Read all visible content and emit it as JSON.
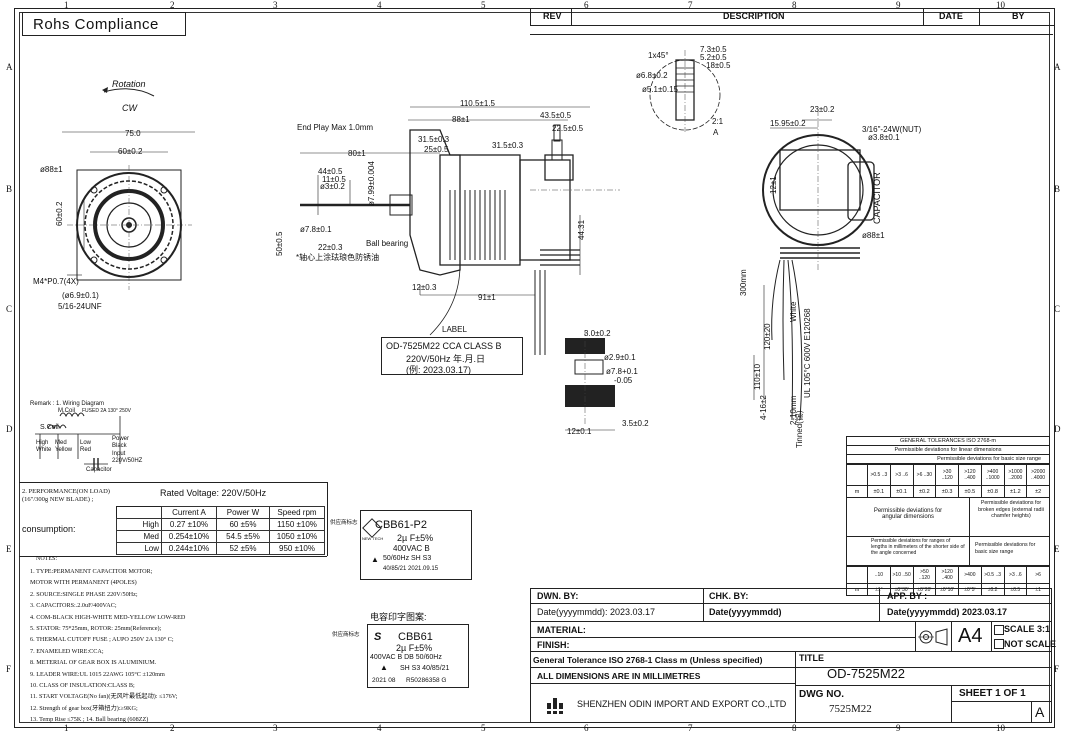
{
  "title_box": "Rohs Compliance",
  "zones": {
    "cols": [
      "1",
      "2",
      "3",
      "4",
      "5",
      "6",
      "7",
      "8",
      "9",
      "10"
    ],
    "rows": [
      "A",
      "B",
      "C",
      "D",
      "E",
      "F"
    ]
  },
  "revision_block": {
    "rev": "REV",
    "description": "DESCRIPTION",
    "date": "DATE",
    "by": "BY"
  },
  "view_front": {
    "rotation_label": "Rotation",
    "cw_label": "CW",
    "dim_75": "75.0",
    "dim_60": "60±0.2",
    "dim_phi88": "ø88±1",
    "dim_60b": "60±0.2",
    "mount": "M4*P0.7(4X)",
    "bore": "(ø6.9±0.1)",
    "thread": "5/16-24UNF"
  },
  "view_side": {
    "end_play": "End Play Max 1.0mm",
    "d110": "110.5±1.5",
    "d88": "88±1",
    "d43": "43.5±0.5",
    "d22": "22.5±0.5",
    "d31a": "31.5±0.3",
    "d25": "25±0.5",
    "d31b": "31.5±0.3",
    "d80": "80±1",
    "d44": "44±0.5",
    "d11": "11±0.5",
    "d3": "ø3±0.2",
    "d799": "ø7.99±0.004",
    "d78": "ø7.8±0.1",
    "d22b": "22±0.3",
    "ball": "Ball bearing",
    "d50": "50±0.5",
    "note_cn": "*轴心上涂珐琅色防锈油",
    "d12": "12±0.3",
    "d91": "91±1",
    "d4431": "44.31",
    "label": "LABEL"
  },
  "label_box": {
    "line1": "OD-7525M22 CCA CLASS B",
    "line2": "220V/50Hz 年.月.日",
    "line3": "(例: 2023.03.17)"
  },
  "view_shaft": {
    "chamfer": "1x45°",
    "d7": "7.3±0.5",
    "d5": "5.2±0.5",
    "d18": "18±0.5",
    "phi68": "ø6.8±0.2",
    "phi51": "ø5.1±0.15",
    "sec": "2:1",
    "seca": "A"
  },
  "view_knob": {
    "d30": "3.0±0.2",
    "d29": "ø2.9±0.1",
    "d78": "ø7.8+0.1",
    "d78b": "-0.05",
    "d12": "12±0.1",
    "d35": "3.5±0.2"
  },
  "view_right": {
    "d23": "23±0.2",
    "d1595": "15.95±0.2",
    "nut": "3/16\"-24W(NUT)",
    "d38": "ø3.8±0.1",
    "d12": "12±1",
    "capacitor": "CAPACITOR",
    "d88": "ø88±1",
    "d300": "300mm",
    "d120": "120±20",
    "d110": "110±10",
    "d4": "4-16±2",
    "d2": "2-10mm",
    "white": "White",
    "ul": "UL 105°C 600V E120268",
    "tinned": "Tinned(锡)"
  },
  "wiring": {
    "remark": "Remark : 1. Wiring Diagram",
    "mcoil": "M.Coil",
    "fuse": "FUSED 2A 130° 250V",
    "scoil": "S.Coil",
    "high": "High",
    "white": "White",
    "med": "Med",
    "yellow": "Yellow",
    "low": "Low",
    "red": "Red",
    "power": "Power",
    "black": "Black",
    "input": "Input",
    "volt": "220V/50HZ",
    "capacitor": "Capacitor"
  },
  "performance": {
    "heading": "2. PERFORMANCE(ON LOAD)",
    "sub": "(16\"/300g NEW BLADE) ;",
    "rated": "Rated Voltage: 220V/50Hz",
    "consumption": "consumption:",
    "headers": [
      "Current A",
      "Power W",
      "Speed rpm"
    ],
    "rows": [
      {
        "name": "High",
        "current": "0.27 ±10%",
        "power": "60  ±5%",
        "speed": "1150 ±10%"
      },
      {
        "name": "Med",
        "current": "0.254±10%",
        "power": "54.5 ±5%",
        "speed": "1050 ±10%"
      },
      {
        "name": "Low",
        "current": "0.244±10%",
        "power": "52  ±5%",
        "speed": "950  ±10%"
      }
    ]
  },
  "notes": {
    "heading": "NOTES:",
    "lines": [
      "1. TYPE:PERMANENT CAPACITOR MOTOR;",
      "MOTOR WITH PERMANENT (4POLES)",
      "2. SOURCE:SINGLE  PHASE  220V/50Hz;",
      "3. CAPACITORS:.2.0uF/400VAC;",
      "4. COM-BLACK   HIGH-WHITE  MED-YELLOW  LOW-RED",
      "5.     STATOR: 75*25mm, ROTOR: 25mm(Reference);",
      "6. THERMAL  CUTOFF FUSE ; AUPO 250V 2A 130° C;",
      "7. ENAMELED  WIRE:CCA;",
      "8. METERIAL  OF  GEAR  BOX  IS ALUMINIUM.",
      "9. LEADER WIRE:UL 1015 22AWG 105°C ±120mm",
      "10. CLASS OF INSULATION:CLASS B;",
      "11. START VOLTAGE(No fan)(无风叶最低起动): ≤176V;",
      "12. Strength of gear box(牙箱扭力):≥9KG;",
      "13. Temp Rise ≤75K ;  14. Ball  bearing (608ZZ)"
    ]
  },
  "cap_label_1": {
    "tag": "供应商标志",
    "model": "CBB61-P2",
    "spec": "2µ F±5%",
    "volt": "400VAC B",
    "freq": "50/60Hz SH S3",
    "code": "40/85/21 2021.09.15",
    "brand": "NEW TECH"
  },
  "cap_label_2": {
    "heading": "电容印字图案:",
    "tag": "供应商标志",
    "model": "CBB61",
    "spec": "2µ F±5%",
    "volt": "400VAC B DB 50/60Hz",
    "sh": "SH S3  40/85/21",
    "date": "2021 08",
    "code": "R50286358 G"
  },
  "tolerances": {
    "title": "GENERAL TOLERANCES ISO 2768-m",
    "sub1": "Permissible deviations for linear dimensions",
    "sub2": "Permissible deviations for basic size range",
    "ranges": [
      ">0.5 ..3",
      ">3 ..6",
      ">6 ..30",
      ">30 ..120",
      ">120 ..400",
      ">400 ..1000",
      ">1000 ..2000",
      ">2000 ..4000"
    ],
    "m_row": [
      "m",
      "±0.1",
      "±0.1",
      "±0.2",
      "±0.3",
      "±0.5",
      "±0.8",
      "±1.2",
      "±2"
    ],
    "angular_label": "Permissible deviations for angular dimensions",
    "broken_label": "Permissible deviations for broken edges (external radii chamfer heights)",
    "length_label": "Permissible deviations for ranges of lengths in millimeters of the shorter side of the angle concerned",
    "basic_label": "Permissible deviations for basic size range",
    "ang_ranges": [
      "..10",
      ">10 ..50",
      ">50 ..120",
      ">120 ..400",
      ">400"
    ],
    "edge_ranges": [
      ">0.5 ..3",
      ">3 ..6",
      ">6"
    ],
    "ang_row": [
      "m",
      "±1°",
      "±0°30'",
      "±0°20'",
      "±0°10'",
      "±0°5'",
      "±0.2",
      "±0.5",
      "±1"
    ]
  },
  "title_block": {
    "dwn_by": "DWN. BY:",
    "chk_by": "CHK. BY:",
    "app_by": "APP. BY :",
    "date1": "Date(yyyymmdd): 2023.03.17",
    "date2": "Date(yyyymmdd)",
    "date3": "Date(yyyymmdd) 2023.03.17",
    "material": "MATERIAL:",
    "finish": "FINISH:",
    "size": "A4",
    "scale": "SCALE 3:1",
    "not_scale": "NOT SCALE",
    "general_tol": "General Tolerance ISO 2768-1 Class m (Unless specified)",
    "units": "ALL DIMENSIONS ARE IN MILLIMETRES",
    "company": "SHENZHEN ODIN IMPORT AND EXPORT CO.,LTD",
    "title_label": "TITLE",
    "title_value": "OD-7525M22",
    "dwg_label": "DWG NO.",
    "dwg_value": "7525M22",
    "sheet": "SHEET 1 OF 1",
    "rev": "A"
  }
}
